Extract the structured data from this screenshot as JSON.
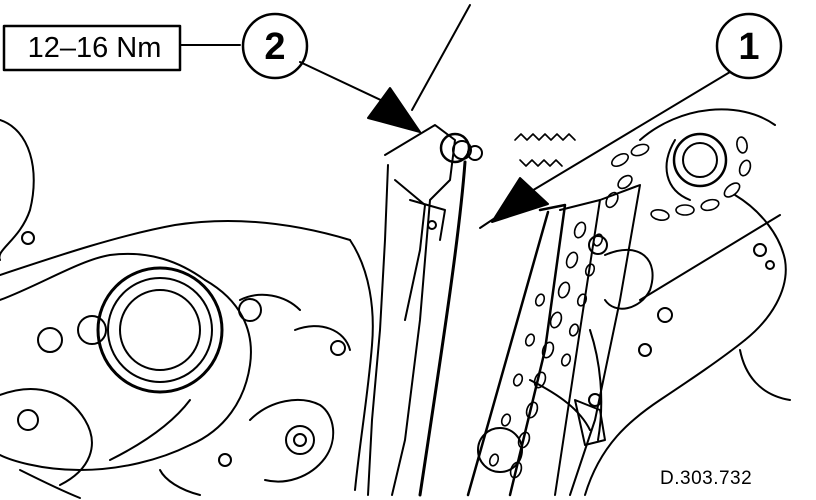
{
  "torque_label": "12–16 Nm",
  "callouts": [
    {
      "id": "callout-2",
      "text": "2"
    },
    {
      "id": "callout-1",
      "text": "1"
    }
  ],
  "reference_code": "D.303.732",
  "colors": {
    "ink": "#000000",
    "paper": "#ffffff"
  }
}
